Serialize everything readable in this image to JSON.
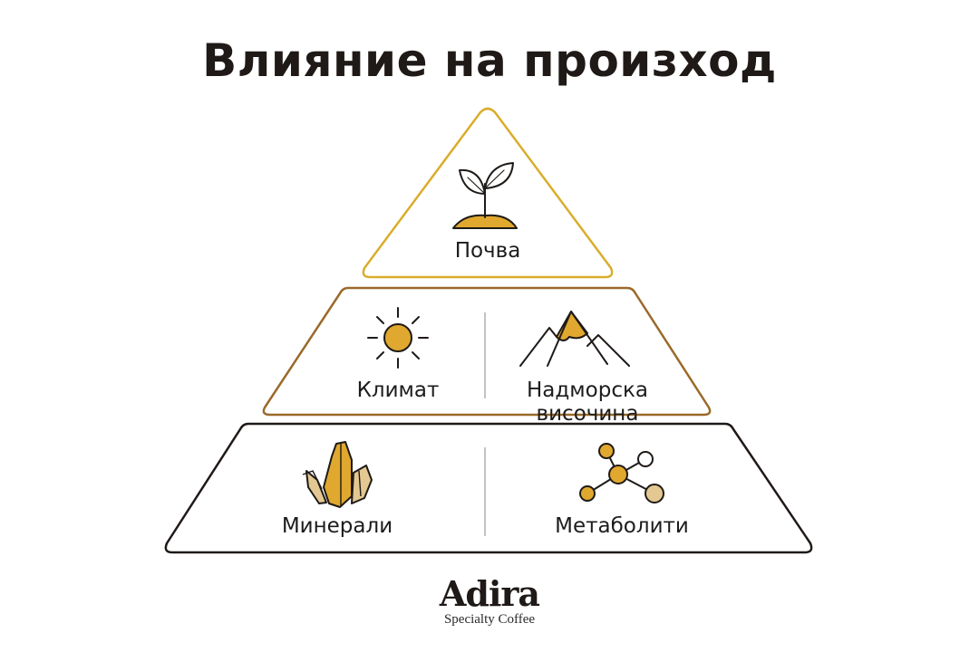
{
  "title": "Влияние на произход",
  "tiers": {
    "top": {
      "label": "Почва",
      "icon": "sprout-soil-icon"
    },
    "middle": [
      {
        "label": "Климат",
        "icon": "sun-icon"
      },
      {
        "label": "Надморска височина",
        "icon": "mountain-icon"
      }
    ],
    "bottom": [
      {
        "label": "Минерали",
        "icon": "crystal-icon"
      },
      {
        "label": "Метаболити",
        "icon": "molecule-icon"
      }
    ]
  },
  "brand": {
    "name": "Adira",
    "tagline": "Specialty Coffee"
  },
  "colors": {
    "accent": "#e0a82e",
    "gold_border": "#d9ad2c",
    "brown_border": "#9a6a2a",
    "dark_border": "#1f1a17",
    "light_fill": "#e3c892"
  }
}
